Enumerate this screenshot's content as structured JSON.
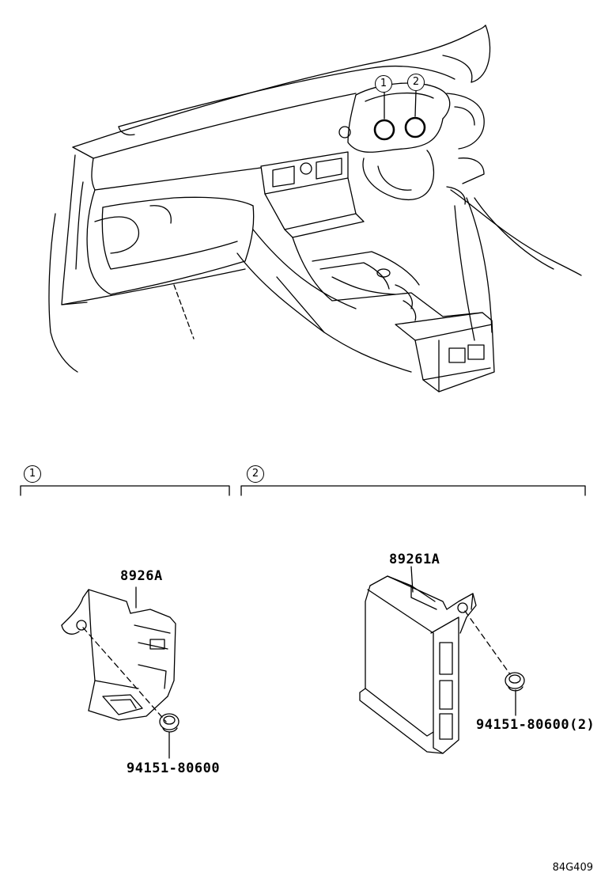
{
  "callouts": {
    "one": "1",
    "two": "2"
  },
  "sections": {
    "one": {
      "badge": "1"
    },
    "two": {
      "badge": "2"
    }
  },
  "parts": {
    "switch_part": "8926A",
    "switch_clip": "94151-80600",
    "ecu_part": "89261A",
    "ecu_clip": "94151-80600(2)"
  },
  "diagram_code": "84G409"
}
